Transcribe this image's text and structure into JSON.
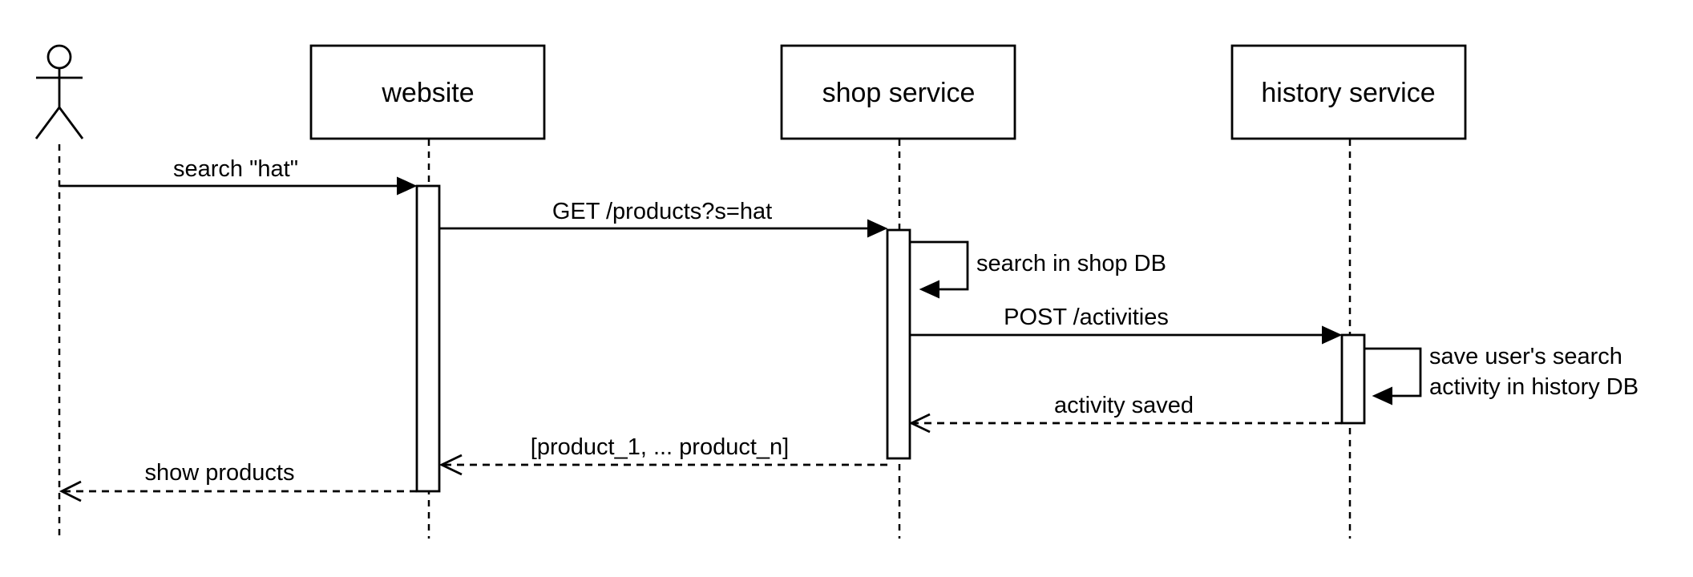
{
  "diagram": {
    "type": "sequence",
    "participants": [
      {
        "id": "actor",
        "kind": "actor",
        "label": ""
      },
      {
        "id": "website",
        "kind": "box",
        "label": "website"
      },
      {
        "id": "shop",
        "kind": "box",
        "label": "shop service"
      },
      {
        "id": "history",
        "kind": "box",
        "label": "history service"
      }
    ],
    "messages": [
      {
        "from": "actor",
        "to": "website",
        "style": "sync",
        "label": "search \"hat\""
      },
      {
        "from": "website",
        "to": "shop",
        "style": "sync",
        "label": "GET /products?s=hat"
      },
      {
        "from": "shop",
        "to": "shop",
        "style": "self",
        "label": "search in shop DB"
      },
      {
        "from": "shop",
        "to": "history",
        "style": "sync",
        "label": "POST /activities"
      },
      {
        "from": "history",
        "to": "history",
        "style": "self",
        "label_lines": [
          "save user's search",
          "activity in history DB"
        ]
      },
      {
        "from": "history",
        "to": "shop",
        "style": "return",
        "label": "activity saved"
      },
      {
        "from": "shop",
        "to": "website",
        "style": "return",
        "label": "[product_1, ... product_n]"
      },
      {
        "from": "website",
        "to": "actor",
        "style": "return",
        "label": "show products"
      }
    ]
  }
}
